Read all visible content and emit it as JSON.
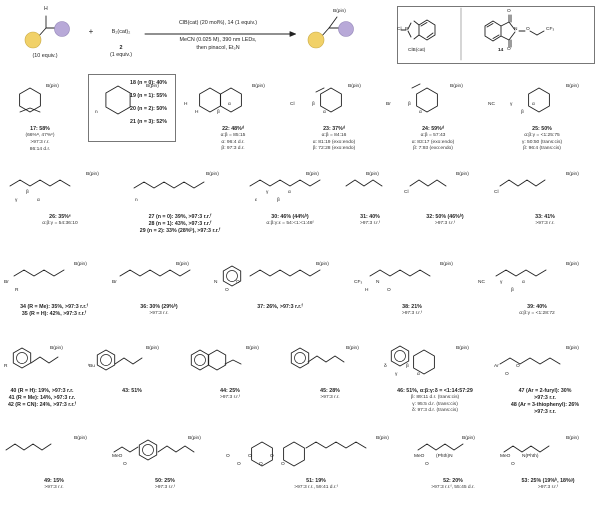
{
  "header": {
    "reactant1_note": "(10 equiv.)",
    "plus": "+",
    "reagent_formula": "B₂(cat)₂",
    "reagent_number": "2",
    "reagent_note": "(1 equiv.)",
    "conditions_line1": "ClB(cat) (20 mol%), 14 (1 equiv.)",
    "conditions_line2": "MeCN (0.025 M), 390 nm LEDs,",
    "conditions_line3": "then pinacol, Et₃N",
    "product_label": "B(pin)",
    "clbcat_label": "ClB(cat)",
    "clbcat_atom_cl": "Cl",
    "clbcat_atom_b": "B",
    "reagent14_number": "14",
    "reagent14_group": "CF₃"
  },
  "entries": [
    {
      "no": "17",
      "name_html": "17: 58%",
      "sub": "(66%ᵃ, 47%ᶜ)",
      "data": [
        ">97:3 r.r.",
        "86:14 d.r."
      ],
      "labels": [
        "B(pin)"
      ]
    },
    {
      "no": "18-21",
      "list": [
        "18 (n = 0): 40%",
        "19 (n = 1): 55%",
        "20 (n = 2): 50%",
        "21 (n = 3): 52%"
      ],
      "labels": [
        "B(pin)",
        "n"
      ]
    },
    {
      "no": "22",
      "name_html": "22: 48%ᵈ",
      "data": [
        "α:β = 85:15",
        "α: 96:4 d.r.",
        "β: 97:3 d.r."
      ],
      "labels": [
        "H",
        "H",
        "B(pin)",
        "β",
        "α"
      ]
    },
    {
      "no": "23",
      "name_html": "23: 37%ᵈ",
      "data": [
        "α:β = 84:16",
        "α: 81:19 (exo:endo)",
        "β: 72:28 (exo:endo)"
      ],
      "labels": [
        "Cl",
        "B(pin)",
        "β",
        "α"
      ]
    },
    {
      "no": "24",
      "name_html": "24: 59%ᵈ",
      "data": [
        "α:β = 57:43",
        "α: 83:17 (exo:endo)",
        "β: 7:93 (exo:endo)"
      ],
      "labels": [
        "Br",
        "B(pin)",
        "β",
        "α"
      ]
    },
    {
      "no": "25",
      "name_html": "25: 50%",
      "data": [
        "α:β:γ = <1:25:75",
        "γ: 50:50 (trans:cis)",
        "β: 96:4 (trans:cis)"
      ],
      "labels": [
        "NC",
        "B(pin)",
        "γ",
        "β",
        "α"
      ]
    },
    {
      "no": "26",
      "name_html": "26: 35%ᵉ",
      "data": [
        "α:β:γ = 54:36:10"
      ],
      "labels": [
        "B(pin)",
        "γ",
        "β",
        "α"
      ]
    },
    {
      "no": "27-29",
      "list": [
        "27 (n = 0): 39%, >97:3 r.r.ᶠ",
        "28 (n = 1): 43%, >97:3 r.r.ᶠ",
        "29 (n = 2): 33% (28%ᵇ), >97:3 r.r.ᶠ"
      ],
      "labels": [
        "B(pin)",
        "n"
      ]
    },
    {
      "no": "30",
      "name_html": "30: 46% (44%ᵇ)",
      "data": [
        "α:β:γ:ε = 54:<1:<1:46ᶠ"
      ],
      "labels": [
        "B(pin)",
        "ε",
        "γ",
        "β",
        "α"
      ]
    },
    {
      "no": "31",
      "name_html": "31: 40%",
      "data": [
        ">97:3 r.r.ᶠ"
      ],
      "labels": [
        "B(pin)"
      ]
    },
    {
      "no": "32",
      "name_html": "32: 50% (46%ᵇ)",
      "data": [
        ">97:3 r.r.ᶠ"
      ],
      "labels": [
        "Cl",
        "B(pin)"
      ]
    },
    {
      "no": "33",
      "name_html": "33: 41%",
      "data": [
        ">97:3 r.r."
      ],
      "labels": [
        "Cl",
        "B(pin)"
      ]
    },
    {
      "no": "34-35",
      "list": [
        "34 (R = Me): 35%, >97:3 r.r.ᶠ",
        "35 (R = H): 42%, >97:3 r.r.ᶠ"
      ],
      "labels": [
        "Br",
        "R",
        "B(pin)"
      ]
    },
    {
      "no": "36",
      "name_html": "36: 30% (29%ᵇ)",
      "data": [
        ">97:3 r.r."
      ],
      "labels": [
        "Br",
        "B(pin)"
      ]
    },
    {
      "no": "37",
      "name_html": "37: 26%, >97:3 r.r.ᶠ",
      "data": [],
      "labels": [
        "N",
        "O",
        "O",
        "B(pin)"
      ]
    },
    {
      "no": "38",
      "name_html": "38: 21%",
      "data": [
        ">97:3 r.r.ᶠ"
      ],
      "labels": [
        "CF₃",
        "H",
        "N",
        "O",
        "B(pin)"
      ]
    },
    {
      "no": "39",
      "name_html": "39: 40%",
      "data": [
        "α:β:γ = <1:28:72"
      ],
      "labels": [
        "NC",
        "B(pin)",
        "γ",
        "β",
        "α"
      ]
    },
    {
      "no": "40-42",
      "list": [
        "40 (R = H): 19%, >97:3 r.r.",
        "41 (R = Me): 14%, >97:3 r.r.",
        "42 (R = CN): 24%, >97:3 r.r.ᶠ"
      ],
      "labels": [
        "R",
        "B(pin)"
      ]
    },
    {
      "no": "43",
      "name_html": "43: 51%",
      "data": [],
      "labels": [
        "ᵗBu",
        "B(pin)"
      ]
    },
    {
      "no": "44",
      "name_html": "44: 25%",
      "data": [
        ">97:3 r.r.ᶠ"
      ],
      "labels": [
        "B(pin)"
      ]
    },
    {
      "no": "45",
      "name_html": "45: 28%",
      "data": [
        ">97:3 r.r."
      ],
      "labels": [
        "B(pin)"
      ]
    },
    {
      "no": "46",
      "name_html": "46: 51%, α:β:γ:δ = <1:14:57:29",
      "data": [
        "β: 89:11 d.r. (trans:cis)",
        "γ: 95:5 d.r. (trans:cis)",
        "δ: 97:3 d.r. (trans:cis)"
      ],
      "labels": [
        "δ",
        "γ",
        "β",
        "α",
        "B(pin)"
      ]
    },
    {
      "no": "47-48",
      "list": [
        "47 (Ar = 2-furyl): 30%",
        ">97:3 r.r.",
        "48 (Ar = 3-thiophenyl): 26%",
        ">97:3 r.r."
      ],
      "labels": [
        "Ar",
        "O",
        "O",
        "B(pin)"
      ]
    },
    {
      "no": "49",
      "name_html": "49: 15%",
      "data": [
        ">97:3 r.r."
      ],
      "labels": [
        "B(pin)"
      ]
    },
    {
      "no": "50",
      "name_html": "50: 25%",
      "data": [
        ">97:3 r.r.ᶠ"
      ],
      "labels": [
        "MeO",
        "O",
        "B(pin)"
      ]
    },
    {
      "no": "51",
      "name_html": "51: 19%",
      "data": [
        ">97:3 r.r., 59:41 d.r.ᶠ"
      ],
      "labels": [
        "O",
        "O",
        "O",
        "O",
        "O",
        "O",
        "B(pin)"
      ]
    },
    {
      "no": "52",
      "name_html": "52: 20%",
      "data": [
        ">97:3 r.r.ᶠ, 55:45 d.r."
      ],
      "labels": [
        "MeO",
        "O",
        "(Phth)N",
        "B(pin)"
      ]
    },
    {
      "no": "53",
      "name_html": "53: 25% (19%ᵇ, 18%ᵍ)",
      "data": [
        ">97:3 r.r.ᶠ"
      ],
      "labels": [
        "MeO",
        "O",
        "N(Phth)",
        "B(pin)"
      ]
    }
  ]
}
